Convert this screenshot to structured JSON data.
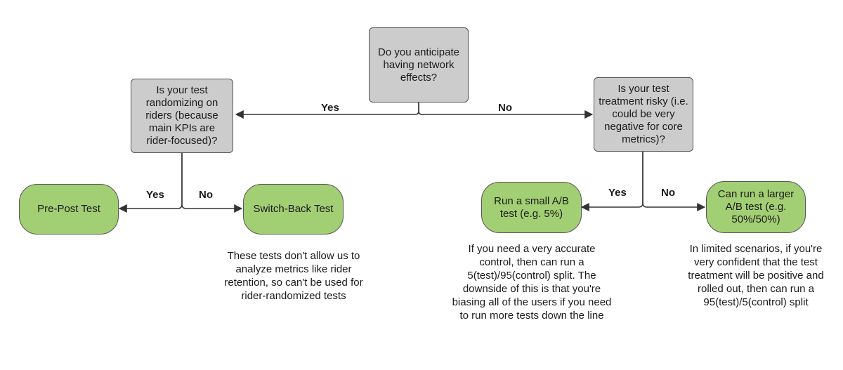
{
  "nodes": {
    "network_effects": "Do you anticipate having network effects?",
    "randomizing_riders": "Is your test randomizing on riders (because main KPIs are rider-focused)?",
    "treatment_risky": "Is your test treatment risky (i.e. could be very negative for core metrics)?",
    "pre_post": "Pre-Post Test",
    "switch_back": "Switch-Back Test",
    "small_ab": "Run a small A/B test (e.g. 5%)",
    "larger_ab": "Can run a larger A/B test (e.g. 50%/50%)"
  },
  "edge_labels": {
    "top_yes": "Yes",
    "top_no": "No",
    "left_yes": "Yes",
    "left_no": "No",
    "right_yes": "Yes",
    "right_no": "No"
  },
  "notes": {
    "switch_back_note": "These tests don't allow us to analyze metrics like rider retention, so can't be used for rider-randomized tests",
    "small_ab_note": "If you need a very accurate control, then can run a 5(test)/95(control) split. The downside of this is that you're biasing all of the users if you need to run more tests down the line",
    "larger_ab_note": "In limited scenarios, if you're very confident that the test treatment will be positive and rolled out, then can run a 95(test)/5(control) split"
  },
  "colors": {
    "question_fill": "#cccccc",
    "outcome_fill": "#a3cf74",
    "line": "#333333"
  }
}
